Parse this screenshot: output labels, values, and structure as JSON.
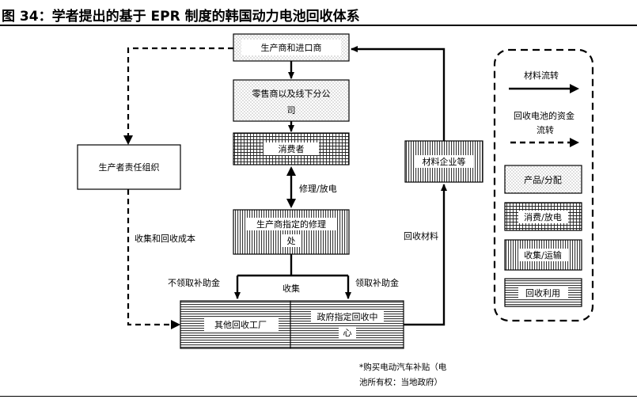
{
  "title": "图 34：学者提出的基于 EPR 制度的韩国动力电池回收体系",
  "nodes": {
    "producer_importer": "生产商和进口商",
    "retailer": [
      "零售商以及线下分公",
      "司"
    ],
    "consumer": "消费者",
    "repair_shop": [
      "生产商指定的修理",
      "处"
    ],
    "other_factory": "其他回收工厂",
    "gov_center": [
      "政府指定回收中",
      "心"
    ],
    "material_company": "材料企业等",
    "pro": "生产者责任组织"
  },
  "edge_labels": {
    "repair_discharge": "修理/放电",
    "collect": "收集",
    "no_subsidy": "不领取补助金",
    "subsidy": "领取补助金",
    "recycled_material": "回收材料",
    "collect_cost": "收集和回收成本"
  },
  "footnote": [
    "*购买电动汽车补贴（电",
    "池所有权：当地政府）"
  ],
  "legend": {
    "material_flow": "材料流转",
    "fund_flow": [
      "回收电池的资金",
      "流转"
    ],
    "product_distribution": "产品/分配",
    "consumption_discharge": "消费/放电",
    "collection_transport": "收集/运输",
    "recycling": "回收利用"
  }
}
